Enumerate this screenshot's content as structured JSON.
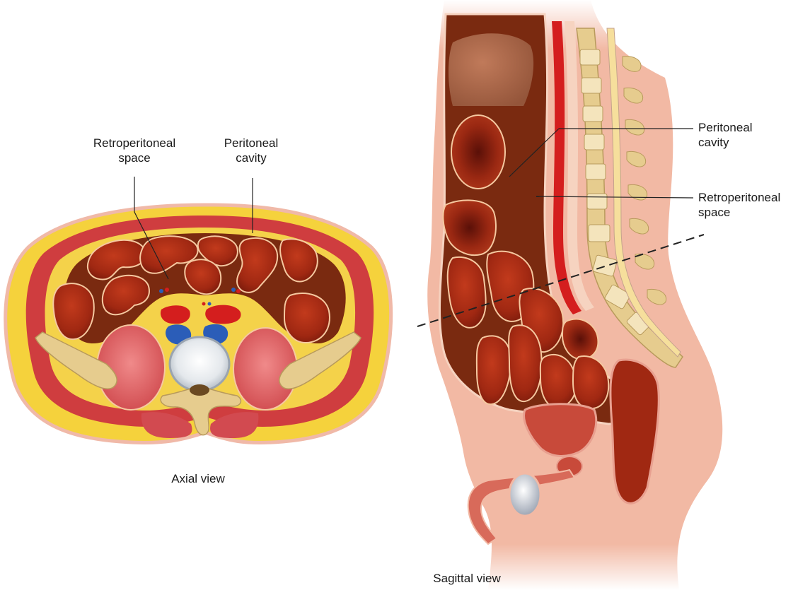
{
  "axial": {
    "label_retroperitoneal": [
      "Retroperitoneal",
      "space"
    ],
    "label_peritoneal": [
      "Peritoneal",
      "cavity"
    ],
    "caption": "Axial view"
  },
  "sagittal": {
    "label_peritoneal": [
      "Peritoneal",
      "cavity"
    ],
    "label_retroperitoneal": [
      "Retroperitoneal",
      "space"
    ],
    "caption": "Sagittal view"
  },
  "colors": {
    "fat": "#f5d23c",
    "muscle": "#c8333c",
    "bowel": "#a32a14",
    "peritoneal_cavity": "#7a2a10",
    "skin": "#f2b9a4",
    "bone": "#e6cc8e",
    "artery": "#d41e1e",
    "vein": "#2b5db8"
  }
}
